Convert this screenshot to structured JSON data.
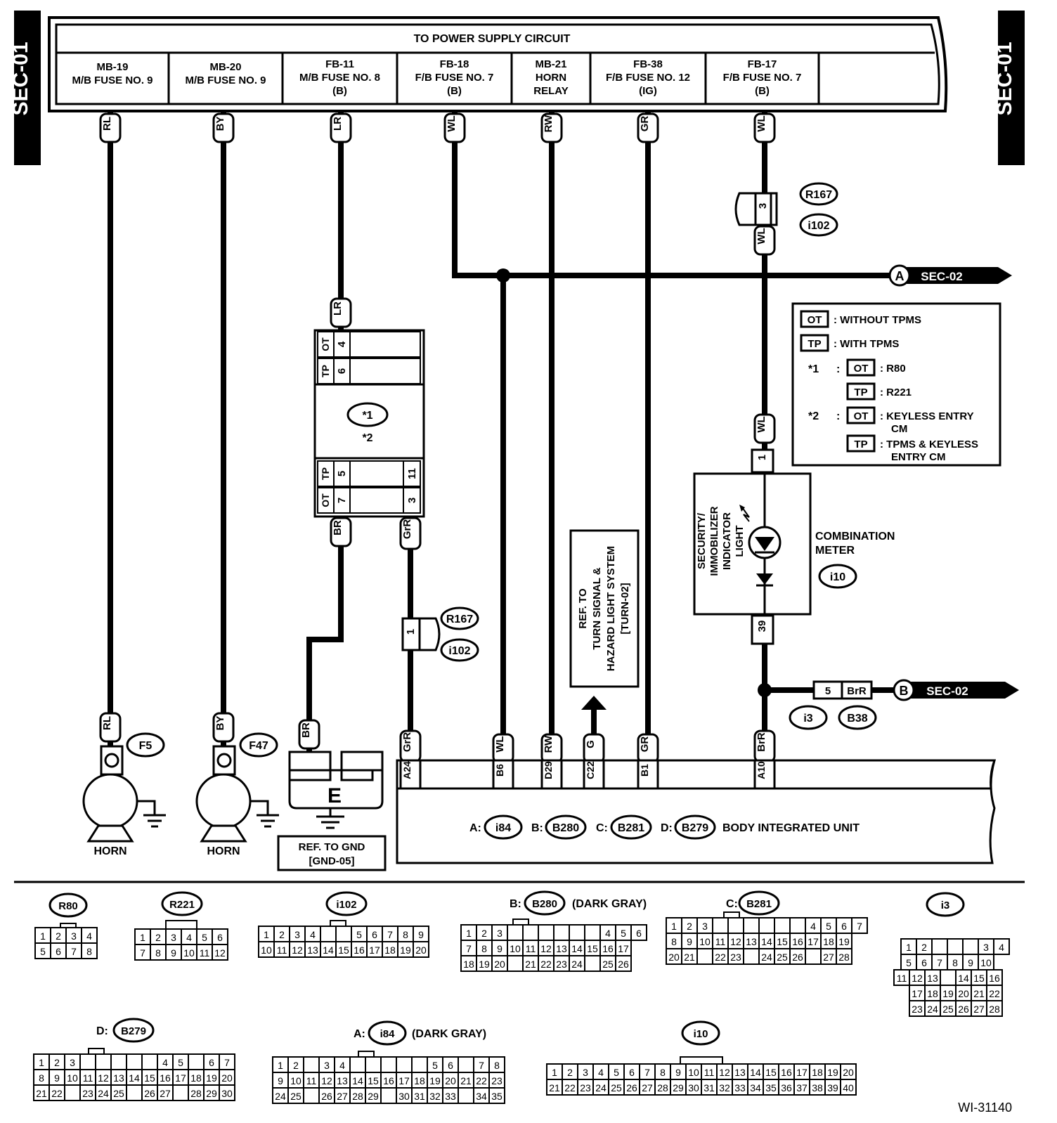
{
  "sec_left": "SEC-01",
  "sec_right": "SEC-01",
  "supply_title": "TO POWER SUPPLY CIRCUIT",
  "fuses": [
    {
      "id": "mb19",
      "lines": [
        "MB-19",
        "M/B FUSE NO. 9"
      ],
      "wire": "RL"
    },
    {
      "id": "mb20",
      "lines": [
        "MB-20",
        "M/B FUSE NO. 9"
      ],
      "wire": "BY"
    },
    {
      "id": "fb11",
      "lines": [
        "FB-11",
        "M/B FUSE NO. 8",
        "(B)"
      ],
      "wire": "LR"
    },
    {
      "id": "fb18",
      "lines": [
        "FB-18",
        "F/B FUSE NO. 7",
        "(B)"
      ],
      "wire": "WL"
    },
    {
      "id": "mb21",
      "lines": [
        "MB-21",
        "HORN",
        "RELAY"
      ],
      "wire": "RW"
    },
    {
      "id": "fb38",
      "lines": [
        "FB-38",
        "F/B FUSE NO. 12",
        "(IG)"
      ],
      "wire": "GR"
    },
    {
      "id": "fb17",
      "lines": [
        "FB-17",
        "F/B FUSE NO. 7",
        "(B)"
      ],
      "wire": "WL"
    }
  ],
  "connectors": {
    "r167": "R167",
    "i102": "i102",
    "f5": "F5",
    "f47": "F47",
    "i10": "i10",
    "i3": "i3",
    "b38": "B38",
    "star1": "*1",
    "star2": "*2",
    "a": "A",
    "b": "B",
    "sec02a": "SEC-02",
    "sec02b": "SEC-02"
  },
  "pins": {
    "fb17_join": "3",
    "ecm_ot4": "4",
    "ecm_tp6": "6",
    "ecm_tp5": "5",
    "ecm_ot7": "7",
    "ecm_11": "11",
    "ecm_3": "3",
    "grr_join": "1",
    "meter_1": "1",
    "meter_39": "39",
    "i3_pin": "5",
    "ot": "OT",
    "tp": "TP"
  },
  "wires": {
    "lr": "LR",
    "br": "BR",
    "grr": "GrR",
    "wl": "WL",
    "brr": "BrR",
    "rl": "RL",
    "by": "BY",
    "rw": "RW",
    "g": "G",
    "gr": "GR"
  },
  "legend": {
    "ot_label": "OT",
    "ot_text": ": WITHOUT TPMS",
    "tp_label": "TP",
    "tp_text": ": WITH TPMS",
    "s1": "*1",
    "s1_ot": ": R80",
    "s1_tp": ": R221",
    "s2": "*2",
    "s2_ot_1": ": KEYLESS ENTRY",
    "s2_ot_2": "CM",
    "s2_tp_1": ": TPMS & KEYLESS",
    "s2_tp_2": "ENTRY CM",
    "colon": ":"
  },
  "meter": {
    "inner": [
      "SECURITY/",
      "IMMOBILIZER",
      "INDICATOR",
      "LIGHT"
    ],
    "label1": "COMBINATION",
    "label2": "METER"
  },
  "turn_ref": [
    "REF. TO",
    "TURN SIGNAL &",
    "HAZARD LIGHT SYSTEM",
    "[TURN-02]"
  ],
  "horn": "HORN",
  "ground": {
    "letter": "E",
    "ref1": "REF. TO GND",
    "ref2": "[GND-05]"
  },
  "biu": {
    "pins": [
      "A24",
      "B6",
      "D29",
      "C22",
      "B1",
      "A10"
    ],
    "a_pre": "A:",
    "a": "i84",
    "b_pre": "B:",
    "b": "B280",
    "c_pre": "C:",
    "c": "B281",
    "d_pre": "D:",
    "d": "B279",
    "name": "BODY INTEGRATED UNIT"
  },
  "views": {
    "r80": "R80",
    "r221": "R221",
    "i102": "i102",
    "b280": "B280",
    "b281": "B281",
    "i3": "i3",
    "b279": "B279",
    "i84": "i84",
    "i10": "i10",
    "b_pre": "B:",
    "c_pre": "C:",
    "d_pre": "D:",
    "a_pre": "A:",
    "dark_gray_b": "(DARK GRAY)",
    "dark_gray_a": "(DARK GRAY)"
  },
  "figure_id": "WI-31140"
}
